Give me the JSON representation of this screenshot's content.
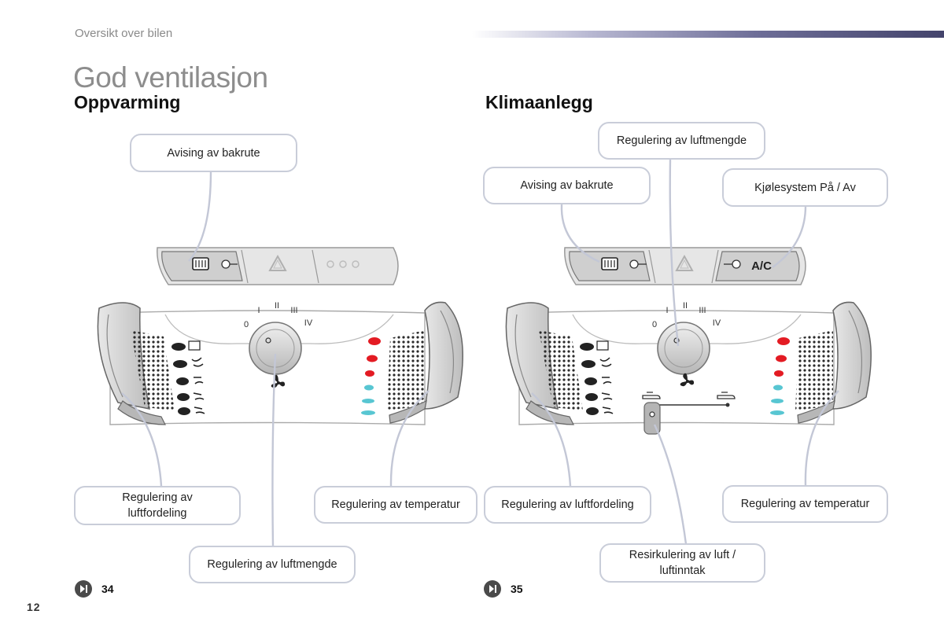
{
  "header": {
    "section": "Oversikt over bilen",
    "title": "God ventilasjon"
  },
  "left": {
    "heading": "Oppvarming",
    "callouts": {
      "rear_defrost": "Avising av bakrute",
      "air_distribution_line1": "Regulering av",
      "air_distribution_line2": "luftfordeling",
      "temperature": "Regulering av temperatur",
      "air_flow": "Regulering av luftmengde"
    },
    "page_ref": "34"
  },
  "right": {
    "heading": "Klimaanlegg",
    "callouts": {
      "air_flow": "Regulering av luftmengde",
      "rear_defrost": "Avising av bakrute",
      "cooling": "Kjølesystem På / Av",
      "air_distribution": "Regulering av luftfordeling",
      "temperature": "Regulering av temperatur",
      "recirculation_line1": "Resirkulering av luft /",
      "recirculation_line2": "luftinntak"
    },
    "page_ref": "35"
  },
  "panel": {
    "fan_speed_labels": [
      "0",
      "I",
      "II",
      "III",
      "IV"
    ],
    "ac_label": "A/C"
  },
  "page_number": "12"
}
